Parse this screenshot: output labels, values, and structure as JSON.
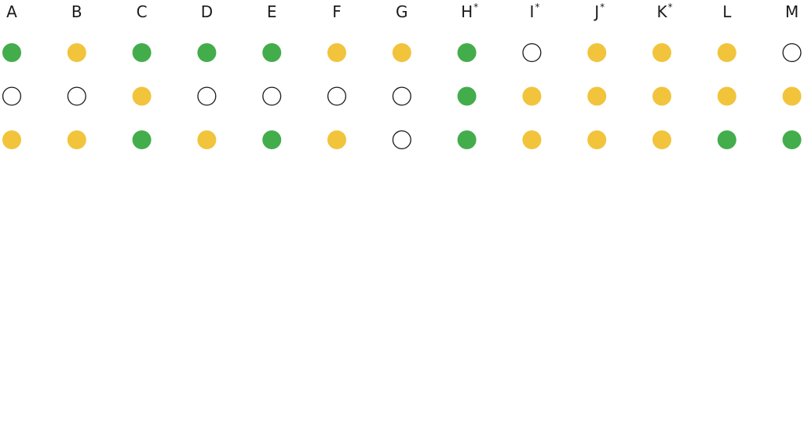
{
  "chart_data": {
    "type": "table",
    "columns": [
      {
        "label": "A",
        "star": ""
      },
      {
        "label": "B",
        "star": ""
      },
      {
        "label": "C",
        "star": ""
      },
      {
        "label": "D",
        "star": ""
      },
      {
        "label": "E",
        "star": ""
      },
      {
        "label": "F",
        "star": ""
      },
      {
        "label": "G",
        "star": ""
      },
      {
        "label": "H",
        "star": "*"
      },
      {
        "label": "I",
        "star": "*"
      },
      {
        "label": "J",
        "star": "*"
      },
      {
        "label": "K",
        "star": "*"
      },
      {
        "label": "L",
        "star": ""
      },
      {
        "label": "M",
        "star": ""
      }
    ],
    "rows": [
      [
        "green",
        "yellow",
        "green",
        "green",
        "green",
        "yellow",
        "yellow",
        "green",
        "empty",
        "yellow",
        "yellow",
        "yellow",
        "empty"
      ],
      [
        "empty",
        "empty",
        "yellow",
        "empty",
        "empty",
        "empty",
        "empty",
        "green",
        "yellow",
        "yellow",
        "yellow",
        "yellow",
        "yellow"
      ],
      [
        "yellow",
        "yellow",
        "green",
        "yellow",
        "green",
        "yellow",
        "empty",
        "green",
        "yellow",
        "yellow",
        "yellow",
        "green",
        "green"
      ]
    ],
    "colors": {
      "green": "#43ad4b",
      "yellow": "#f1c43c",
      "empty": "#ffffff",
      "outline": "#1a1a1a"
    }
  }
}
